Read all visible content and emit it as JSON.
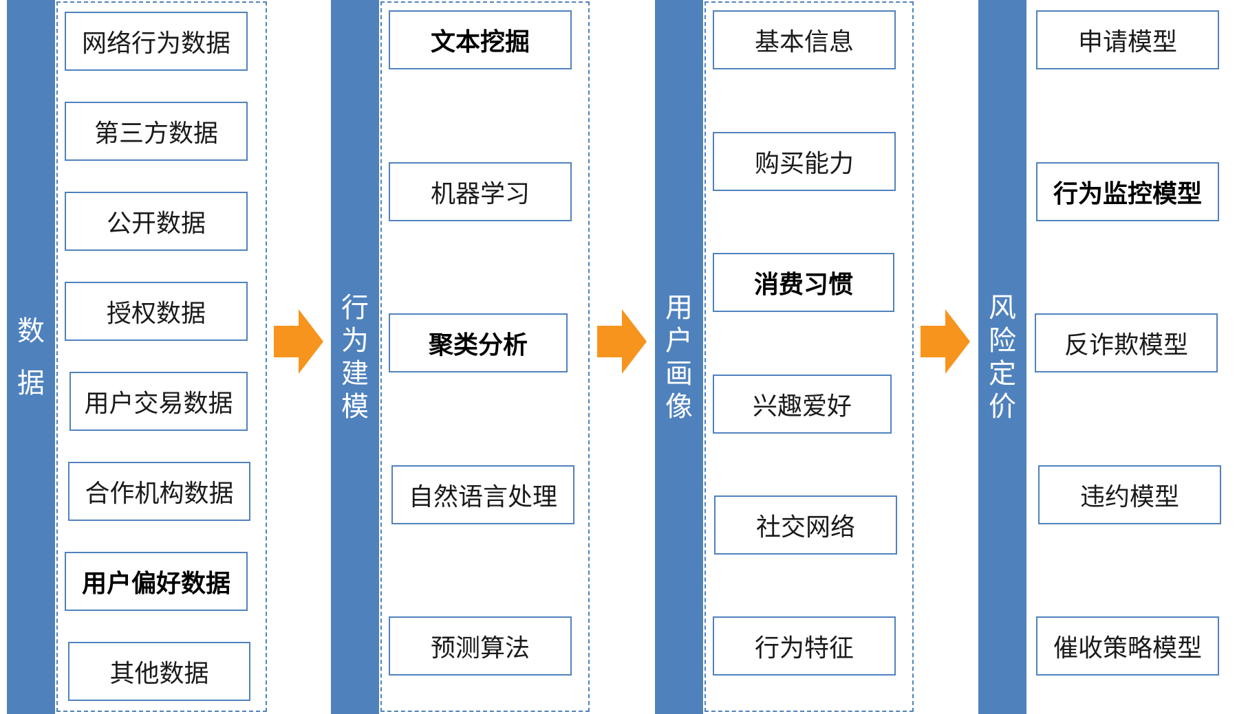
{
  "accent_color": "#4f81bd",
  "arrow_color": "#f7941d",
  "stages": [
    {
      "title": [
        "数",
        "据"
      ],
      "items": [
        {
          "label": "网络行为数据",
          "bold": false
        },
        {
          "label": "第三方数据",
          "bold": false
        },
        {
          "label": "公开数据",
          "bold": false
        },
        {
          "label": "授权数据",
          "bold": false
        },
        {
          "label": "用户交易数据",
          "bold": false
        },
        {
          "label": "合作机构数据",
          "bold": false
        },
        {
          "label": "用户偏好数据",
          "bold": true
        },
        {
          "label": "其他数据",
          "bold": false
        }
      ]
    },
    {
      "title": [
        "行",
        "为",
        "建",
        "模"
      ],
      "items": [
        {
          "label": "文本挖掘",
          "bold": true
        },
        {
          "label": "机器学习",
          "bold": false
        },
        {
          "label": "聚类分析",
          "bold": true
        },
        {
          "label": "自然语言处理",
          "bold": false
        },
        {
          "label": "预测算法",
          "bold": false
        }
      ]
    },
    {
      "title": [
        "用",
        "户",
        "画",
        "像"
      ],
      "items": [
        {
          "label": "基本信息",
          "bold": false
        },
        {
          "label": "购买能力",
          "bold": false
        },
        {
          "label": "消费习惯",
          "bold": true
        },
        {
          "label": "兴趣爱好",
          "bold": false
        },
        {
          "label": "社交网络",
          "bold": false
        },
        {
          "label": "行为特征",
          "bold": false
        }
      ]
    },
    {
      "title": [
        "风",
        "险",
        "定",
        "价"
      ],
      "items": [
        {
          "label": "申请模型",
          "bold": false
        },
        {
          "label": "行为监控模型",
          "bold": true
        },
        {
          "label": "反诈欺模型",
          "bold": false
        },
        {
          "label": "违约模型",
          "bold": false
        },
        {
          "label": "催收策略模型",
          "bold": false
        }
      ]
    }
  ]
}
